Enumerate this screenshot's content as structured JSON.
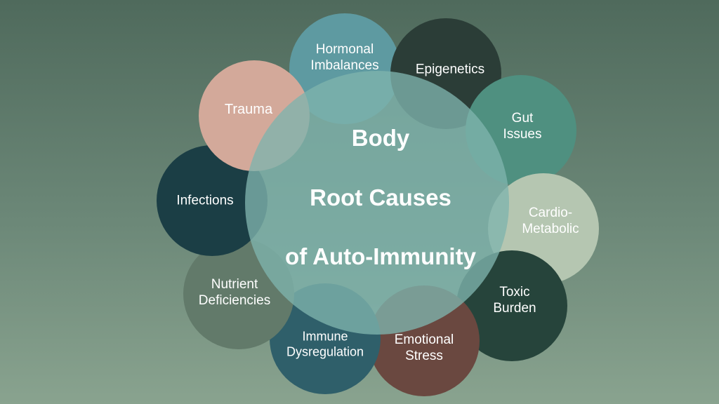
{
  "center": {
    "line1": "Body",
    "line2": "Root Causes",
    "line3": "of Auto-Immunity",
    "color": "#7fb3ad"
  },
  "nodes": [
    {
      "id": "hormonal-imbalances",
      "label": "Hormonal\nImbalances",
      "color": "#5e9aa1"
    },
    {
      "id": "epigenetics",
      "label": "Epigenetics",
      "color": "#2b3d37"
    },
    {
      "id": "gut-issues",
      "label": "Gut\nIssues",
      "color": "#4f9080"
    },
    {
      "id": "cardio-metabolic",
      "label": "Cardio-\nMetabolic",
      "color": "#b5c6b1"
    },
    {
      "id": "toxic-burden",
      "label": "Toxic\nBurden",
      "color": "#26443b"
    },
    {
      "id": "emotional-stress",
      "label": "Emotional\nStress",
      "color": "#6a4840"
    },
    {
      "id": "immune-dysregulation",
      "label": "Immune\nDysregulation",
      "color": "#2f5f6a"
    },
    {
      "id": "nutrient-deficiencies",
      "label": "Nutrient\nDeficiencies",
      "color": "#627a6a"
    },
    {
      "id": "infections",
      "label": "Infections",
      "color": "#1b3e45"
    },
    {
      "id": "trauma",
      "label": "Trauma",
      "color": "#d3a99a"
    }
  ]
}
